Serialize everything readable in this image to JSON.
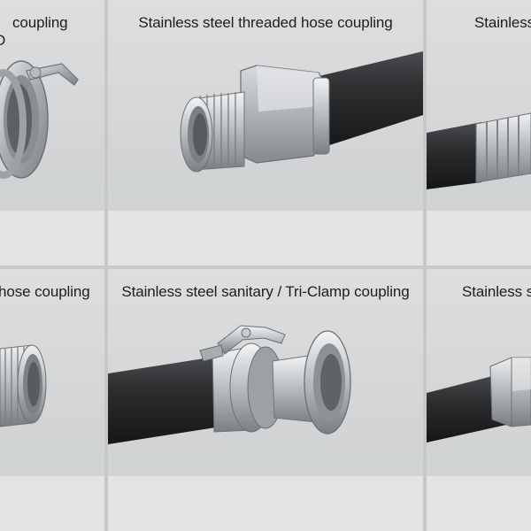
{
  "cells": [
    {
      "caption": "coupling",
      "caption2": "D",
      "product": "camlock-coupling"
    },
    {
      "caption": "Stainless steel threaded hose coupling",
      "product": "threaded-hose-coupling"
    },
    {
      "caption": "Stainless",
      "product": "barbed-hose-coupling"
    },
    {
      "caption": "hose coupling",
      "product": "threaded-nipple-coupling"
    },
    {
      "caption": "Stainless steel sanitary / Tri-Clamp coupling",
      "product": "tri-clamp-coupling"
    },
    {
      "caption": "Stainless s",
      "product": "hex-crimp-coupling"
    }
  ],
  "colors": {
    "background": "#d6d8d9",
    "hose": "#2b2c2e",
    "steel": "#b9bcbf",
    "divider": "#bfc1c2"
  }
}
